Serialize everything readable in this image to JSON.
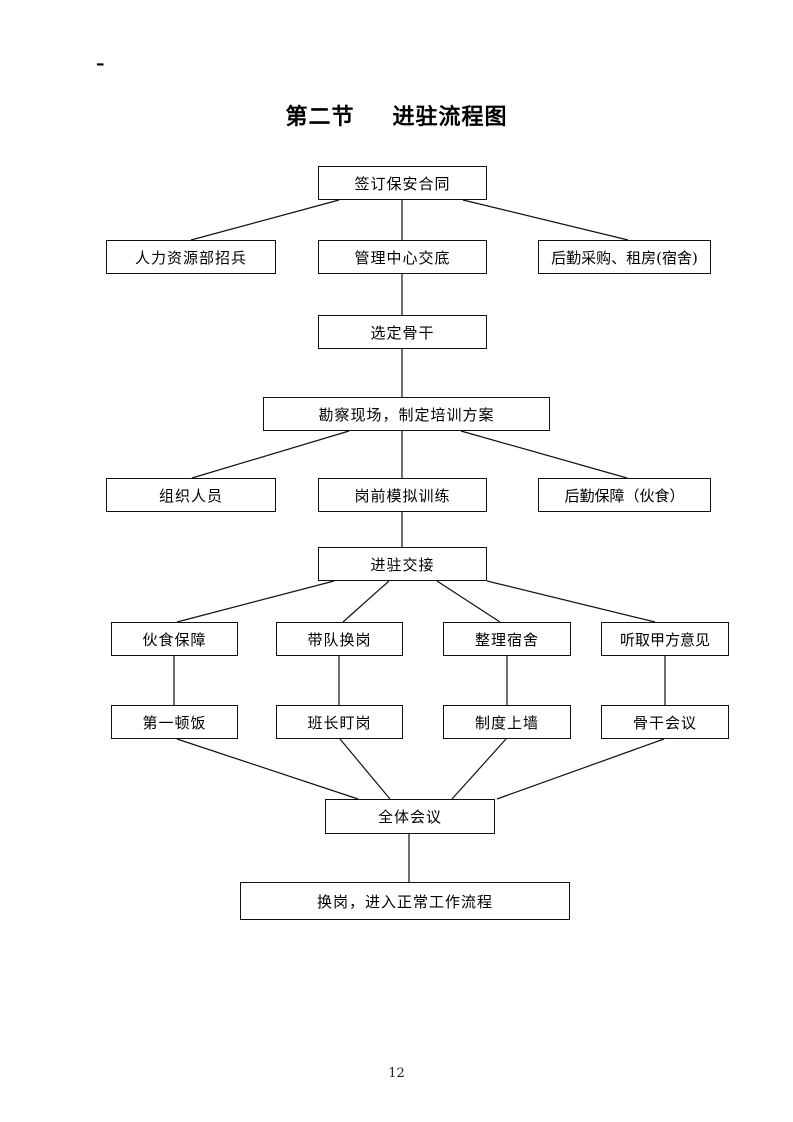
{
  "document": {
    "heading": {
      "section": "第二节",
      "title": "进驻流程图"
    },
    "margin_mark": "–",
    "page_number": "12"
  },
  "flowchart": {
    "nodes": {
      "sign_contract": {
        "label": "签订保安合同"
      },
      "hr_recruit": {
        "label": "人力资源部招兵"
      },
      "mgmt_brief": {
        "label": "管理中心交底"
      },
      "logistics_purchase": {
        "label": "后勤采购、租房(宿舍)"
      },
      "select_backbone": {
        "label": "选定骨干"
      },
      "survey_plan": {
        "label": "勘察现场，制定培训方案"
      },
      "organize_staff": {
        "label": "组织人员"
      },
      "pre_job_training": {
        "label": "岗前模拟训练"
      },
      "logistics_support": {
        "label": "后勤保障（伙食）"
      },
      "entry_handover": {
        "label": "进驻交接"
      },
      "meal_support": {
        "label": "伙食保障"
      },
      "lead_shift": {
        "label": "带队换岗"
      },
      "tidy_dorm": {
        "label": "整理宿舍"
      },
      "party_a_opinion": {
        "label": "听取甲方意见"
      },
      "first_meal": {
        "label": "第一顿饭"
      },
      "leader_watch": {
        "label": "班长盯岗"
      },
      "rules_on_wall": {
        "label": "制度上墙"
      },
      "backbone_meeting": {
        "label": "骨干会议"
      },
      "all_hands_meeting": {
        "label": "全体会议"
      },
      "normal_workflow": {
        "label": "换岗，进入正常工作流程"
      }
    }
  }
}
